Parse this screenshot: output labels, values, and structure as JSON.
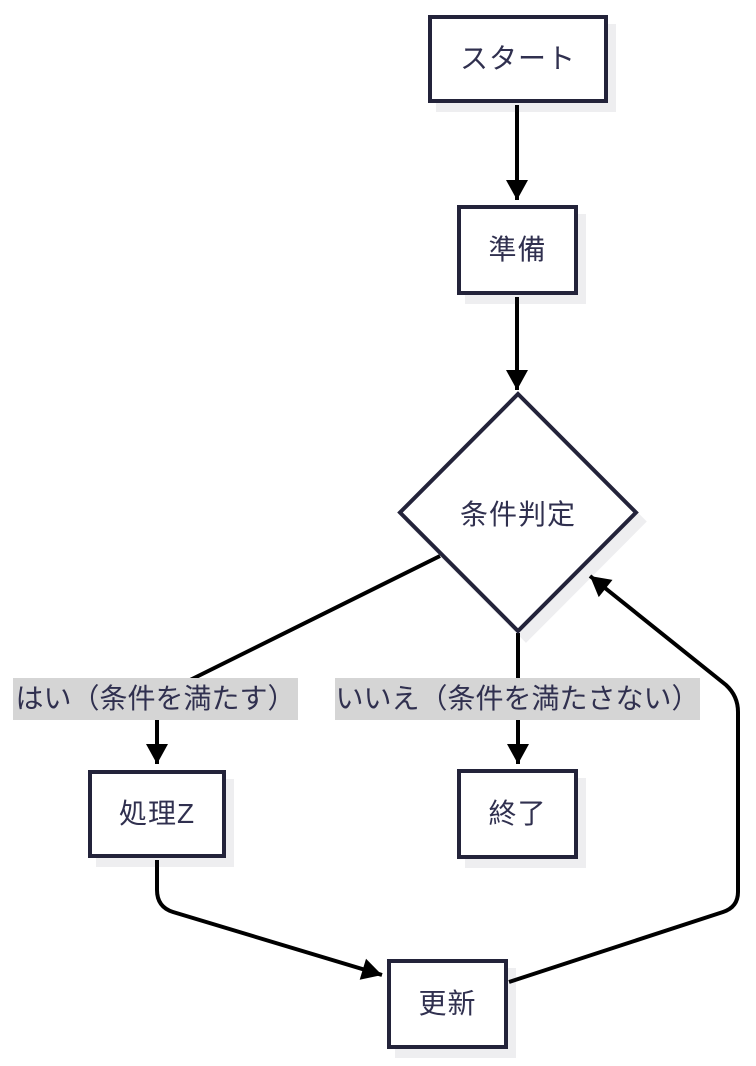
{
  "diagram": {
    "type": "flowchart",
    "background_color": "#ffffff",
    "node_border_color": "#23233a",
    "node_fill_color": "#ffffff",
    "text_color": "#30304f",
    "arrow_color": "#000000",
    "edge_label_background": "#d5d5d5",
    "nodes": [
      {
        "id": "start",
        "shape": "rectangle",
        "label": "スタート"
      },
      {
        "id": "prep",
        "shape": "rectangle",
        "label": "準備"
      },
      {
        "id": "decision",
        "shape": "diamond",
        "label": "条件判定"
      },
      {
        "id": "processZ",
        "shape": "rectangle",
        "label": "処理Z"
      },
      {
        "id": "end",
        "shape": "rectangle",
        "label": "終了"
      },
      {
        "id": "update",
        "shape": "rectangle",
        "label": "更新"
      }
    ],
    "edges": [
      {
        "from": "start",
        "to": "prep",
        "label": ""
      },
      {
        "from": "prep",
        "to": "decision",
        "label": ""
      },
      {
        "from": "decision",
        "to": "processZ",
        "label": "はい（条件を満たす）"
      },
      {
        "from": "decision",
        "to": "end",
        "label": "いいえ（条件を満たさない）"
      },
      {
        "from": "processZ",
        "to": "update",
        "label": ""
      },
      {
        "from": "update",
        "to": "decision",
        "label": ""
      }
    ],
    "edge_labels": {
      "yes": "はい（条件を満たす）",
      "no": "いいえ（条件を満たさない）"
    }
  }
}
